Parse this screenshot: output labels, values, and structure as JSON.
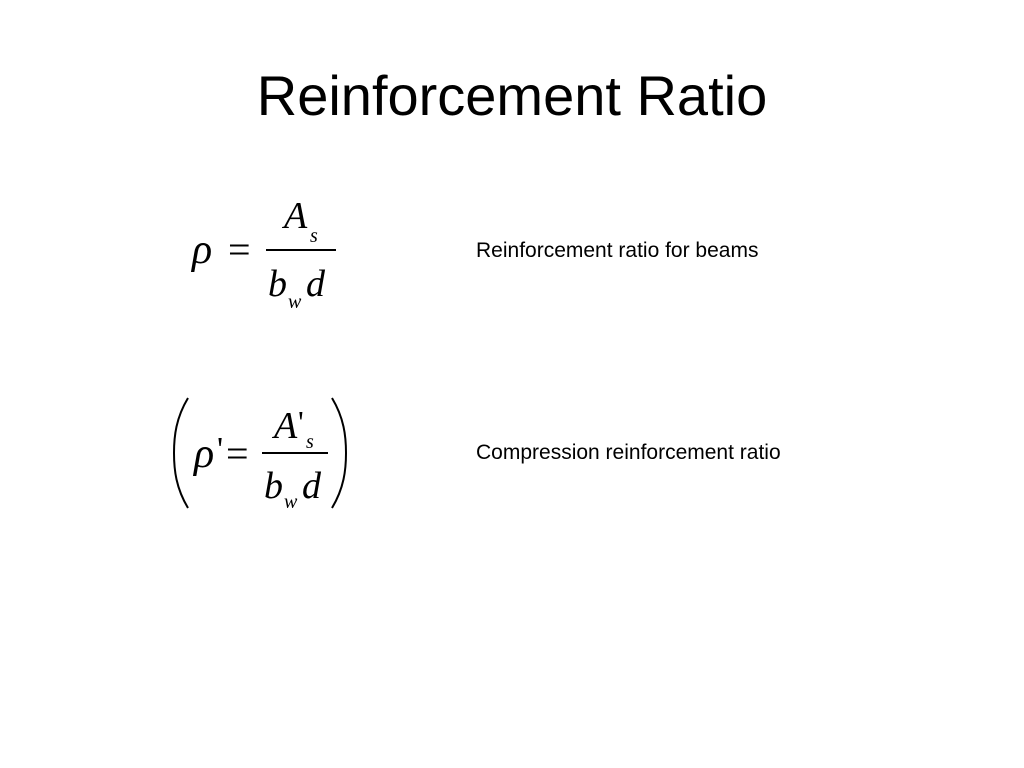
{
  "slide": {
    "title": "Reinforcement Ratio"
  },
  "equations": [
    {
      "id": "rho",
      "description": "Reinforcement ratio for beams",
      "lhs": "ρ",
      "equals": "=",
      "numerator_main": "A",
      "numerator_sub": "s",
      "denominator_main": "b",
      "denominator_sub": "w",
      "denominator_tail": "d"
    },
    {
      "id": "rho-prime",
      "description": "Compression reinforcement ratio",
      "lhs": "ρ",
      "prime": "'",
      "equals": "=",
      "numerator_main": "A",
      "numerator_prime": "'",
      "numerator_sub": "s",
      "denominator_main": "b",
      "denominator_sub": "w",
      "denominator_tail": "d",
      "parenthesized": true
    }
  ]
}
